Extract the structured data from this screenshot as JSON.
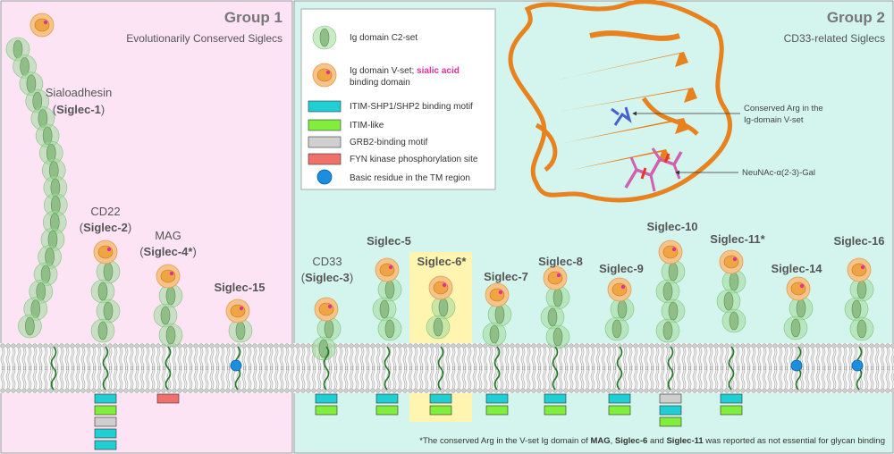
{
  "colors": {
    "group1_bg": "#fce4f5",
    "group2_bg": "#d4f5ed",
    "panel_border": "#9a9a9a",
    "c2_domain": "#9fd99a",
    "vset_domain": "#f0a545",
    "itim_shp": "#1fcfd3",
    "itim_like": "#80ee3a",
    "grb2": "#cfcfcf",
    "fyn": "#f0706c",
    "basic_residue": "#1c8ee0",
    "stem": "#1f7a25",
    "sialic_acid_text": "#e0309a",
    "highlight": "#fff4b0",
    "highlight_text": "#e32020",
    "protein": "#e8821e"
  },
  "group1": {
    "title": "Group 1",
    "subtitle": "Evolutionarily Conserved Siglecs"
  },
  "group2": {
    "title": "Group 2",
    "subtitle": "CD33-related Siglecs"
  },
  "legend": {
    "c2_line1": "Ig domain C2-set",
    "vset_line1": "Ig domain V-set; ",
    "vset_highlight": "sialic acid",
    "vset_line2": "binding domain",
    "itim_shp": "ITIM-SHP1/SHP2 binding motif",
    "itim_like": "ITIM-like",
    "grb2": "GRB2-binding motif",
    "fyn": "FYN kinase phosphorylation site",
    "basic": "Basic residue in the TM region"
  },
  "structure": {
    "arg_line1": "Conserved Arg in the",
    "arg_line2": "Ig-domain V-set",
    "glycan": "NeuNAc-α(2-3)-Gal"
  },
  "siglecs": {
    "s1_common": "Sialoadhesin",
    "s1_name": "Siglec-1",
    "s2_common": "CD22",
    "s2_name": "Siglec-2",
    "s4_common": "MAG",
    "s4_name": "Siglec-4*",
    "s15_name": "Siglec-15",
    "s3_common": "CD33",
    "s3_name": "Siglec-3",
    "s5_name": "Siglec-5",
    "s6_name": "Siglec-6*",
    "s7_name": "Siglec-7",
    "s8_name": "Siglec-8",
    "s9_name": "Siglec-9",
    "s10_name": "Siglec-10",
    "s11_name": "Siglec-11*",
    "s14_name": "Siglec-14",
    "s16_name": "Siglec-16"
  },
  "footnote": {
    "part1": "*The conserved Arg in the V-set Ig domain of ",
    "b1": "MAG",
    "part2": ", ",
    "b2": "Siglec-6",
    "part3": " and ",
    "b3": "Siglec-11",
    "part4": " was reported as not essential for glycan binding"
  }
}
